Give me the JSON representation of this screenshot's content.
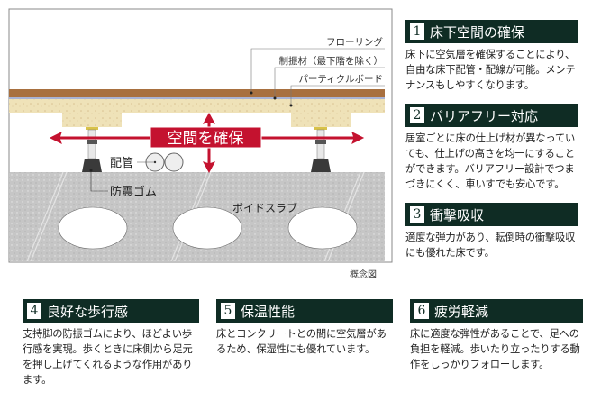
{
  "diagram": {
    "labels": {
      "flooring": "フローリング",
      "damping": "制振材（最下階を除く）",
      "particle": "パーティクルボード",
      "space": "空間を確保",
      "pipe": "配管",
      "rubber": "防震ゴム",
      "slab": "ボイドスラブ"
    },
    "caption": "概念図",
    "colors": {
      "flooring": "#a8703f",
      "board": "#efe2b8",
      "slab": "#c8c8c8",
      "arrow": "#c4122f",
      "header": "#0f2c24"
    }
  },
  "features": [
    {
      "num": "1",
      "title": "床下空間の確保",
      "text": "床下に空気層を確保することにより、自由な床下配管・配線が可能。メンテナンスもしやすくなります。"
    },
    {
      "num": "2",
      "title": "バリアフリー対応",
      "text": "居室ごとに床の仕上げ材が異なっていても、仕上げの高さを均一にすることができます。バリアフリー設計でつまづきにくく、車いすでも安心です。"
    },
    {
      "num": "3",
      "title": "衝撃吸収",
      "text": "適度な弾力があり、転倒時の衝撃吸収にも優れた床です。"
    },
    {
      "num": "4",
      "title": "良好な歩行感",
      "text": "支持脚の防振ゴムにより、ほどよい歩行感を実現。歩くときに床側から足元を押し上げてくれるような作用があります。"
    },
    {
      "num": "5",
      "title": "保温性能",
      "text": "床とコンクリートとの間に空気層があるため、保湿性にも優れています。"
    },
    {
      "num": "6",
      "title": "疲労軽減",
      "text": "床に適度な弾性があることで、足への負担を軽減。歩いたり立ったりする動作をしっかりフォローします。"
    }
  ]
}
